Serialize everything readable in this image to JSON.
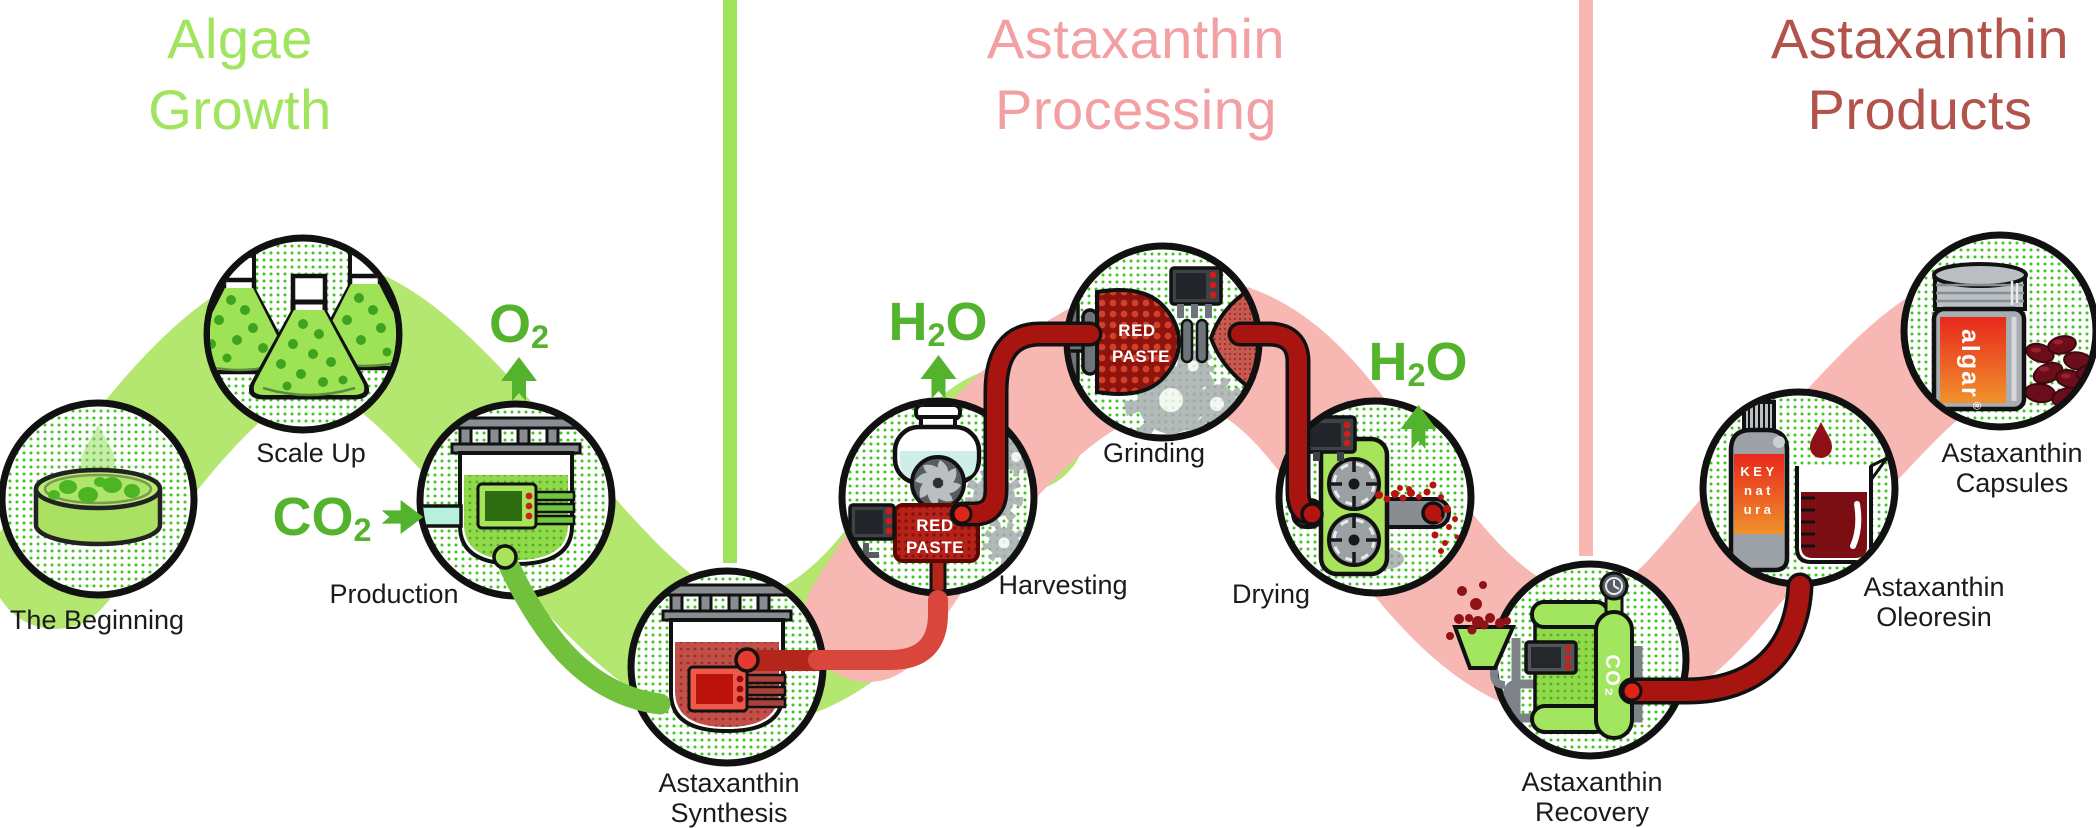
{
  "sections": {
    "algae_growth": {
      "line1": "Algae",
      "line2": "Growth"
    },
    "astaxanthin_processing": {
      "line1": "Astaxanthin",
      "line2": "Processing"
    },
    "astaxanthin_products": {
      "line1": "Astaxanthin",
      "line2": "Products"
    }
  },
  "nodes": {
    "beginning": {
      "label": "The Beginning"
    },
    "scale_up": {
      "label": "Scale Up"
    },
    "production": {
      "label": "Production"
    },
    "synthesis": {
      "line1": "Astaxanthin",
      "line2": "Synthesis"
    },
    "harvesting": {
      "label": "Harvesting"
    },
    "grinding": {
      "label": "Grinding"
    },
    "drying": {
      "label": "Drying"
    },
    "recovery": {
      "line1": "Astaxanthin",
      "line2": "Recovery"
    },
    "oleoresin": {
      "line1": "Astaxanthin",
      "line2": "Oleoresin"
    },
    "capsules": {
      "line1": "Astaxanthin",
      "line2": "Capsules"
    }
  },
  "gases": {
    "co2": {
      "pre": "CO",
      "sub": "2",
      "post": ""
    },
    "o2": {
      "pre": "O",
      "sub": "2",
      "post": ""
    },
    "h2o_harvesting": {
      "pre": "H",
      "sub": "2",
      "post": "O"
    },
    "h2o_drying": {
      "pre": "H",
      "sub": "2",
      "post": "O"
    }
  },
  "machine_labels": {
    "red_paste": {
      "line1": "RED",
      "line2": "PASTE"
    },
    "co2_cylinder": "CO₂",
    "bottle": {
      "line1": "KEY",
      "line2": "nat",
      "line3": "ura"
    },
    "jar": {
      "text": "algar",
      "reg": "®"
    }
  },
  "colors": {
    "band_green": "#b4e770",
    "band_pink": "#f7b7b3",
    "divider_green": "#9fe35b",
    "divider_pink": "#f7b7b3",
    "title_green": "#a0e45f",
    "title_pink": "#f2a0a4",
    "title_dark_red": "#b2544c",
    "gas_green": "#54b32d",
    "label_text": "#1b1b1b",
    "tube_dark_red": "#a81410",
    "tube_salmon": "#d9473c",
    "tube_green": "#72c13c",
    "node_dot_green": "#3ec51e",
    "machine_green": "#a2e55e",
    "red_paste": "#c1271c"
  }
}
